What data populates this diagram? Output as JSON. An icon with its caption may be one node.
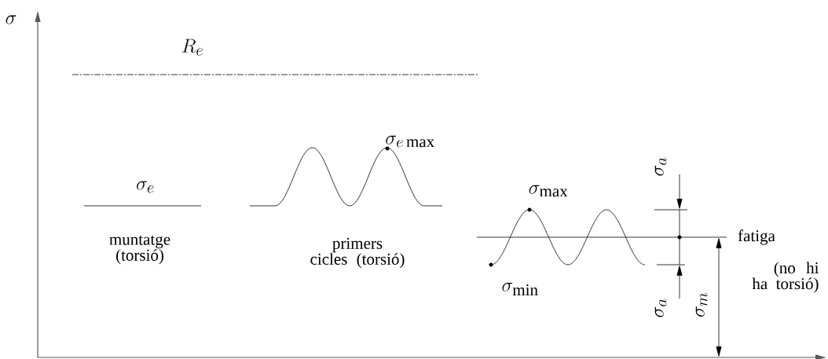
{
  "diagram": {
    "labels": [
      "\\sigma",
      "R_e",
      "\\sigma_e",
      "muntatge (torsió)",
      "\\sigma_{e\\,\\mathrm{max}}",
      "primers cicles (torsió)",
      "\\sigma_{\\mathrm{max}}",
      "\\sigma_{\\mathrm{min}}",
      "\\sigma_a",
      "\\sigma_a",
      "\\sigma_m",
      "fatiga",
      "(no hi ha torsió)"
    ]
  }
}
